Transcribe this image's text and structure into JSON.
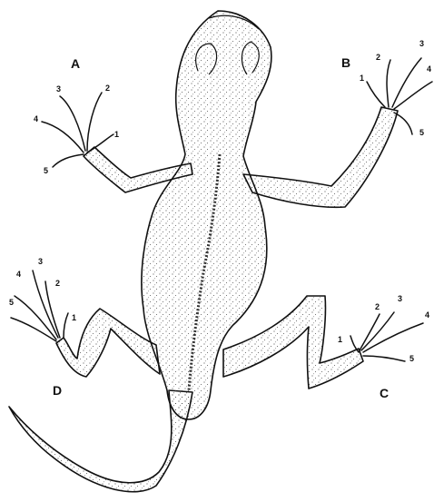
{
  "limbs": {
    "A": {
      "label": "A",
      "digits": [
        "1",
        "2",
        "3",
        "4",
        "5"
      ]
    },
    "B": {
      "label": "B",
      "digits": [
        "1",
        "2",
        "3",
        "4",
        "5"
      ]
    },
    "C": {
      "label": "C",
      "digits": [
        "1",
        "2",
        "3",
        "4",
        "5"
      ]
    },
    "D": {
      "label": "D",
      "digits": [
        "1",
        "2",
        "3",
        "4",
        "5"
      ]
    }
  },
  "colors": {
    "ink": "#111111",
    "paper": "#ffffff"
  }
}
